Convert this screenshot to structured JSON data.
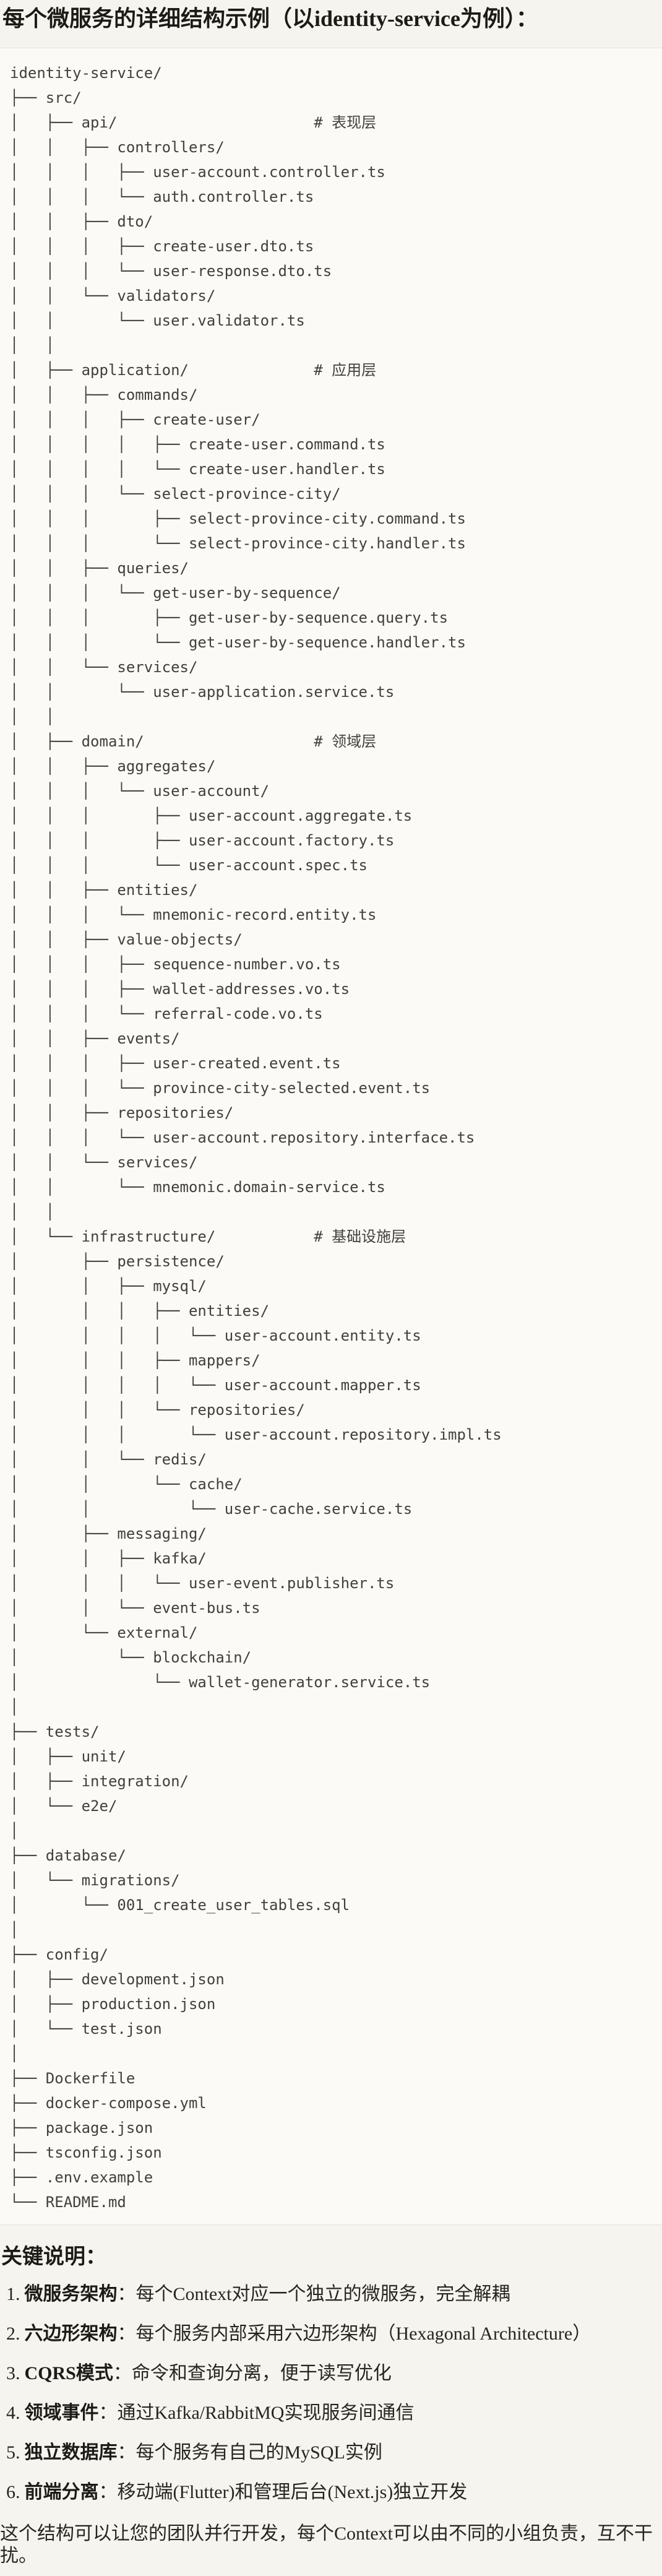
{
  "header": {
    "title": "每个微服务的详细结构示例（以identity-service为例）："
  },
  "code_block": {
    "lines": [
      "identity-service/",
      "├── src/",
      "│   ├── api/                      # 表现层",
      "│   │   ├── controllers/",
      "│   │   │   ├── user-account.controller.ts",
      "│   │   │   └── auth.controller.ts",
      "│   │   ├── dto/",
      "│   │   │   ├── create-user.dto.ts",
      "│   │   │   └── user-response.dto.ts",
      "│   │   └── validators/",
      "│   │       └── user.validator.ts",
      "│   │",
      "│   ├── application/              # 应用层",
      "│   │   ├── commands/",
      "│   │   │   ├── create-user/",
      "│   │   │   │   ├── create-user.command.ts",
      "│   │   │   │   └── create-user.handler.ts",
      "│   │   │   └── select-province-city/",
      "│   │   │       ├── select-province-city.command.ts",
      "│   │   │       └── select-province-city.handler.ts",
      "│   │   ├── queries/",
      "│   │   │   └── get-user-by-sequence/",
      "│   │   │       ├── get-user-by-sequence.query.ts",
      "│   │   │       └── get-user-by-sequence.handler.ts",
      "│   │   └── services/",
      "│   │       └── user-application.service.ts",
      "│   │",
      "│   ├── domain/                   # 领域层",
      "│   │   ├── aggregates/",
      "│   │   │   └── user-account/",
      "│   │   │       ├── user-account.aggregate.ts",
      "│   │   │       ├── user-account.factory.ts",
      "│   │   │       └── user-account.spec.ts",
      "│   │   ├── entities/",
      "│   │   │   └── mnemonic-record.entity.ts",
      "│   │   ├── value-objects/",
      "│   │   │   ├── sequence-number.vo.ts",
      "│   │   │   ├── wallet-addresses.vo.ts",
      "│   │   │   └── referral-code.vo.ts",
      "│   │   ├── events/",
      "│   │   │   ├── user-created.event.ts",
      "│   │   │   └── province-city-selected.event.ts",
      "│   │   ├── repositories/",
      "│   │   │   └── user-account.repository.interface.ts",
      "│   │   └── services/",
      "│   │       └── mnemonic.domain-service.ts",
      "│   │",
      "│   └── infrastructure/           # 基础设施层",
      "│       ├── persistence/",
      "│       │   ├── mysql/",
      "│       │   │   ├── entities/",
      "│       │   │   │   └── user-account.entity.ts",
      "│       │   │   ├── mappers/",
      "│       │   │   │   └── user-account.mapper.ts",
      "│       │   │   └── repositories/",
      "│       │   │       └── user-account.repository.impl.ts",
      "│       │   └── redis/",
      "│       │       └── cache/",
      "│       │           └── user-cache.service.ts",
      "│       ├── messaging/",
      "│       │   ├── kafka/",
      "│       │   │   └── user-event.publisher.ts",
      "│       │   └── event-bus.ts",
      "│       └── external/",
      "│           └── blockchain/",
      "│               └── wallet-generator.service.ts",
      "│",
      "├── tests/",
      "│   ├── unit/",
      "│   ├── integration/",
      "│   └── e2e/",
      "│",
      "├── database/",
      "│   └── migrations/",
      "│       └── 001_create_user_tables.sql",
      "│",
      "├── config/",
      "│   ├── development.json",
      "│   ├── production.json",
      "│   └── test.json",
      "│",
      "├── Dockerfile",
      "├── docker-compose.yml",
      "├── package.json",
      "├── tsconfig.json",
      "├── .env.example",
      "└── README.md"
    ]
  },
  "notes": {
    "heading": "关键说明：",
    "items": [
      {
        "num": "1.",
        "label": "微服务架构",
        "text": "：每个Context对应一个独立的微服务，完全解耦"
      },
      {
        "num": "2.",
        "label": "六边形架构",
        "text": "：每个服务内部采用六边形架构（Hexagonal Architecture）"
      },
      {
        "num": "3.",
        "label": "CQRS模式",
        "text": "：命令和查询分离，便于读写优化"
      },
      {
        "num": "4.",
        "label": "领域事件",
        "text": "：通过Kafka/RabbitMQ实现服务间通信"
      },
      {
        "num": "5.",
        "label": "独立数据库",
        "text": "：每个服务有自己的MySQL实例"
      },
      {
        "num": "6.",
        "label": "前端分离",
        "text": "：移动端(Flutter)和管理后台(Next.js)独立开发"
      }
    ],
    "footer": "这个结构可以让您的团队并行开发，每个Context可以由不同的小组负责，互不干扰。"
  },
  "colors": {
    "page_bg": "#f6f4ee",
    "code_bg": "#fbfaf7",
    "code_border": "#e6e3da",
    "code_text": "#41403b",
    "heading_text": "#1c1b18",
    "body_text": "#26251f"
  }
}
